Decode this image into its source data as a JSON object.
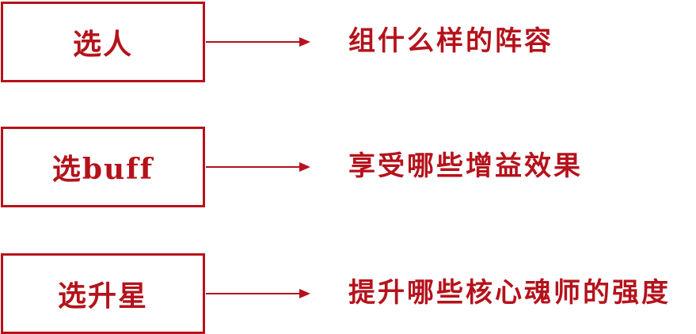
{
  "colors": {
    "accent": "#b5121b"
  },
  "steps": [
    {
      "label": "选人",
      "description": "组什么样的阵容"
    },
    {
      "label": "选buff",
      "description": "享受哪些增益效果"
    },
    {
      "label": "选升星",
      "description": "提升哪些核心魂师的强度"
    }
  ]
}
